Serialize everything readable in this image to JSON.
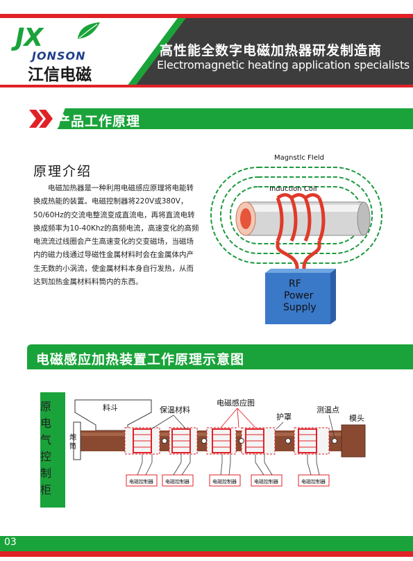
{
  "brand": {
    "logo_letters": "JX",
    "name_en": "JONSON",
    "name_cn": "江信电磁"
  },
  "header": {
    "tagline_cn": "高性能全数字电磁加热器研发制造商",
    "tagline_en": "Electromagnetic heating application specialists"
  },
  "section1": {
    "title": "产品工作原理",
    "intro_heading": "原理介绍",
    "intro_text": "电磁加热器是一种利用电磁感应原理将电能转换成热能的装置。电磁控制器将220V或380V，50/60Hz的交流电整流变成直流电，再将直流电转换成频率为10-40Khz的高频电流，高速变化的高频电流流过线圈会产生高速变化的交变磁场，当磁场内的磁力线通过导磁性金属材料时会在金属体内产生无数的小涡流，使金属材料本身自行发热，从而达到加热金属材料料筒内的东西。"
  },
  "principle_diagram": {
    "magnetic_field_label": "Magnstlc FIeld",
    "coil_label": "Induction CoiI",
    "power_supply_lines": [
      "RF",
      "Power",
      "Supply"
    ],
    "colors": {
      "field": "#1a9a3c",
      "coil": "#e03a2a",
      "box": "#3a78c8"
    }
  },
  "section2": {
    "title": "电磁感应加热装置工作原理示意图"
  },
  "machine_diagram": {
    "cabinet_label": [
      "原",
      "电",
      "气",
      "控",
      "制",
      "柜"
    ],
    "hopper_label": "料斗",
    "barrel_label": "炮筒",
    "insulation_label": "保温材料",
    "coil_label": "电磁感应图",
    "cover_label": "护罩",
    "temp_point_label": "测温点",
    "die_label": "模头",
    "controller_label": "电磁控制器",
    "controller_count": 5
  },
  "footer": {
    "page_number": "03"
  },
  "colors": {
    "green": "#1aa33a",
    "red": "#e02127",
    "dark": "#3d3d3d",
    "barrel": "#8a4a32"
  }
}
